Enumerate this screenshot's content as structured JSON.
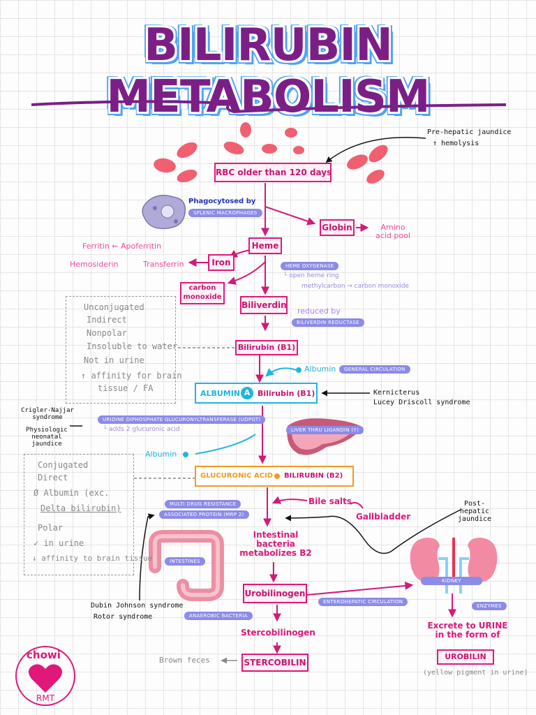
{
  "title": "BILIRUBIN METABOLISM",
  "nodes": {
    "rbc": "RBC older than 120 days",
    "heme": "Heme",
    "globin": "Globin",
    "amino_acid_pool": "Amino acid pool",
    "iron": "Iron",
    "ferritin": "Ferritin ← Apoferritin",
    "hemosiderin": "Hemosiderin",
    "transferrin": "Transferrin",
    "carbon_monoxide": "carbon monoxide",
    "biliverdin": "Biliverdin",
    "bilirubin_b1": "Bilirubin (B1)",
    "albumin_bilirubin": "Bilirubin (B1)",
    "albumin_word": "ALBUMIN",
    "albumin_letter": "A",
    "glucuronic": "GLUCURONIC ACID",
    "bilirubin_b2": "BILIRUBIN (B2)",
    "bile_salts": "Bile salts",
    "gallbladder": "Gallbladder",
    "intestinal": "Intestinal bacteria metabolizes B2",
    "urobilinogen": "Urobilinogen",
    "stercobilinogen": "Stercobilinogen",
    "stercobilin": "STERCOBILIN",
    "brown_feces": "Brown feces",
    "excrete": "Excrete to URINE in the form of",
    "urobilin": "UROBILIN",
    "yellow": "(yellow pigment in urine)"
  },
  "notes": {
    "prehepatic": "Pre-hepatic jaundice",
    "hemolysis": "↑ hemolysis",
    "phagocytosed": "Phagocytosed by",
    "heme_oxygenase_sub1": "└ open heme ring",
    "heme_oxygenase_sub2": "methylcarbon → carbon monoxide",
    "reduced_by": "reduced by",
    "albumin1": "Albumin",
    "albumin2": "Albumin",
    "kernicterus": "Kernicterus",
    "lucey": "Lucey Driscoll syndrome",
    "crigler": "Crigler-Najjar syndrome",
    "physiologic": "Physiologic neonatal jaundice",
    "adds": "└ adds 2 glucuronic acid",
    "posthepatic": "Post-hepatic jaundice",
    "dubin": "Dubin Johnson syndrome",
    "rotor": "Rotor syndrome"
  },
  "pills": {
    "splenic": "SPLENIC MACROPHAGES",
    "heme_oxygenase": "HEME OXYGENASE",
    "biliverdin_reductase": "BILIVERDIN REDUCTASE",
    "general_circulation": "GENERAL CIRCULATION",
    "udpgt": "URIDINE DIPHOSPHATE GLUCURONYLTRANSFERASE (UDPGT)",
    "liver": "LIVER THRU LIGANDIN (Y)",
    "mrp2_1": "MULTI DRUG RESISTANCE",
    "mrp2_2": "ASSOCIATED PROTEIN (MRP 2)",
    "intestines": "INTESTINES",
    "anaerobic": "ANAEROBIC BACTERIA",
    "enterohepatic": "ENTEROHEPATIC CIRCULATION",
    "kidney": "KIDNEY",
    "enzymes": "ENZYMES"
  },
  "unconjugated": [
    "Unconjugated",
    "Indirect",
    "Nonpolar",
    "Insoluble to water",
    "Not in urine",
    "↑ affinity for brain",
    "tissue / FA"
  ],
  "conjugated": [
    "Conjugated",
    "Direct",
    "Ø Albumin (exc.",
    "Delta bilirubin)",
    "Polar",
    "✓ in urine",
    "↓ affinity to brain tissue"
  ],
  "logo": {
    "top": "chowi",
    "bottom": "RMT"
  },
  "colors": {
    "accent": "#e0187a",
    "title": "#7b1f86",
    "outline": "#4ea3f2",
    "pill": "#8b8be8",
    "cyan": "#1fb6e0",
    "orange": "#f39a1e"
  }
}
